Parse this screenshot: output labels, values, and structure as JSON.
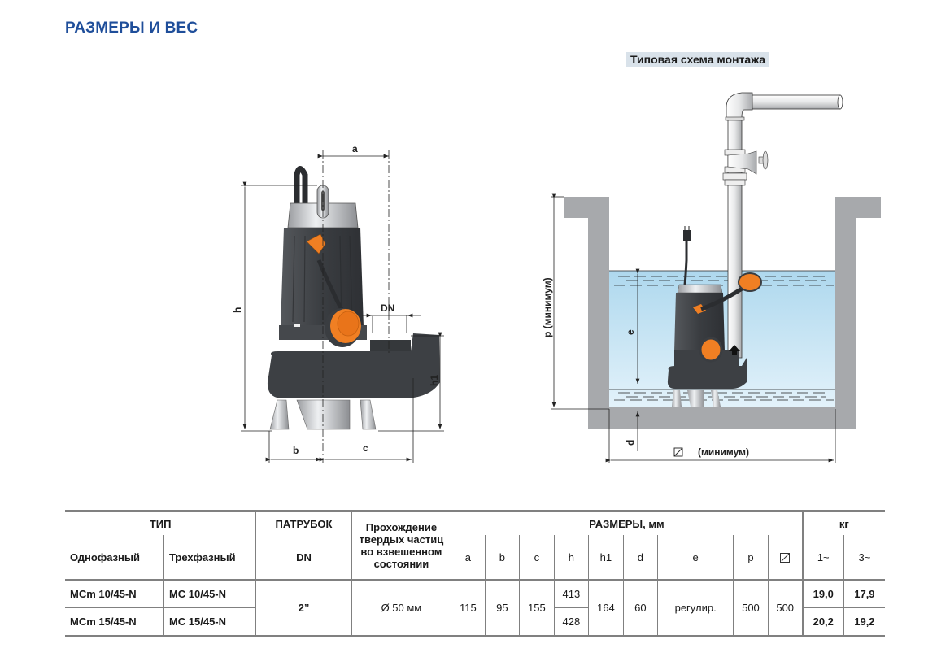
{
  "header": {
    "title": "РАЗМЕРЫ И ВЕС",
    "install_scheme_title": "Типовая схема монтажа"
  },
  "colors": {
    "title": "#1f4e9a",
    "pump_body": "#3f4246",
    "float_orange": "#f07f23",
    "water": "#c4e3f3",
    "wall": "#a7a9ac",
    "table_rule": "#808080"
  },
  "pump_drawing": {
    "dimension_labels": {
      "a": "a",
      "b": "b",
      "c": "c",
      "h": "h",
      "h1": "h1",
      "dn": "DN"
    }
  },
  "install_drawing": {
    "dimension_labels": {
      "p": "p (минимум)",
      "e": "e",
      "d": "d",
      "square_min": "(минимум)"
    }
  },
  "table": {
    "group_headers": {
      "type": "ТИП",
      "outlet": "ПАТРУБОК",
      "solids_line1": "Прохождение",
      "solids_line2": "твердых частиц",
      "solids_line3": "во взвешенном",
      "solids_line4": "состоянии",
      "dims": "РАЗМЕРЫ, мм",
      "weight": "кг"
    },
    "sub_headers": {
      "single_phase": "Однофазный",
      "three_phase": "Трехфазный",
      "dn": "DN",
      "a": "a",
      "b": "b",
      "c": "c",
      "h": "h",
      "h1": "h1",
      "d": "d",
      "e": "e",
      "p": "p",
      "square": "square-icon",
      "w1": "1~",
      "w3": "3~"
    },
    "rows": [
      {
        "single_phase": "MCm 10/45-N",
        "three_phase": "MC 10/45-N",
        "h": "413",
        "kg_1": "19,0",
        "kg_3": "17,9"
      },
      {
        "single_phase": "MCm 15/45-N",
        "three_phase": "MC 15/45-N",
        "h": "428",
        "kg_1": "20,2",
        "kg_3": "19,2"
      }
    ],
    "shared": {
      "dn": "2”",
      "solids": "Ø 50 мм",
      "a": "115",
      "b": "95",
      "c": "155",
      "h1": "164",
      "d": "60",
      "e": "регулир.",
      "p": "500",
      "square": "500"
    }
  }
}
